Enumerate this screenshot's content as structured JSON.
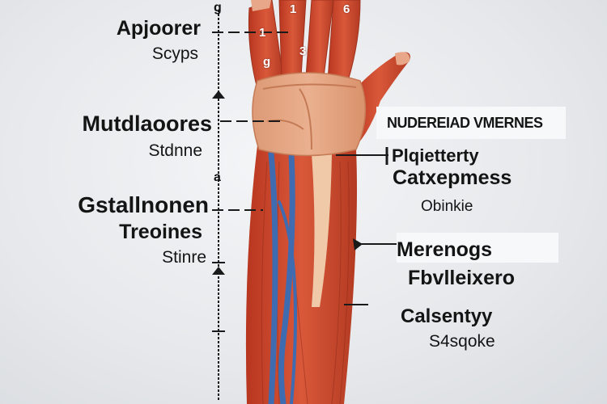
{
  "left_labels": [
    {
      "title": "Apjoorer",
      "subtitle": "Scyps"
    },
    {
      "title": "Mutdlaoores",
      "subtitle": "Stdnne"
    },
    {
      "title": "Gstallnonen",
      "line2": "Treoines",
      "subtitle": "Stinre"
    }
  ],
  "right_labels": {
    "header": "NUDEREIAD VMERNES",
    "group1": {
      "line1": "Plqietterty",
      "line2": "Catxepmess",
      "subtitle": "Obinkie"
    },
    "group2": {
      "line1": "Merenogs",
      "line2": "Fbvlleixero"
    },
    "group3": {
      "line1": "Calsentyy",
      "subtitle": "S4sqoke"
    }
  },
  "finger_numbers": [
    "1",
    "1",
    "3",
    "g",
    "6"
  ],
  "axis_marks": [
    "g",
    "a"
  ],
  "colors": {
    "muscle": "#c8482e",
    "skin": "#e3a27f",
    "vein": "#3f6bb0",
    "background": "#e9ebee"
  }
}
